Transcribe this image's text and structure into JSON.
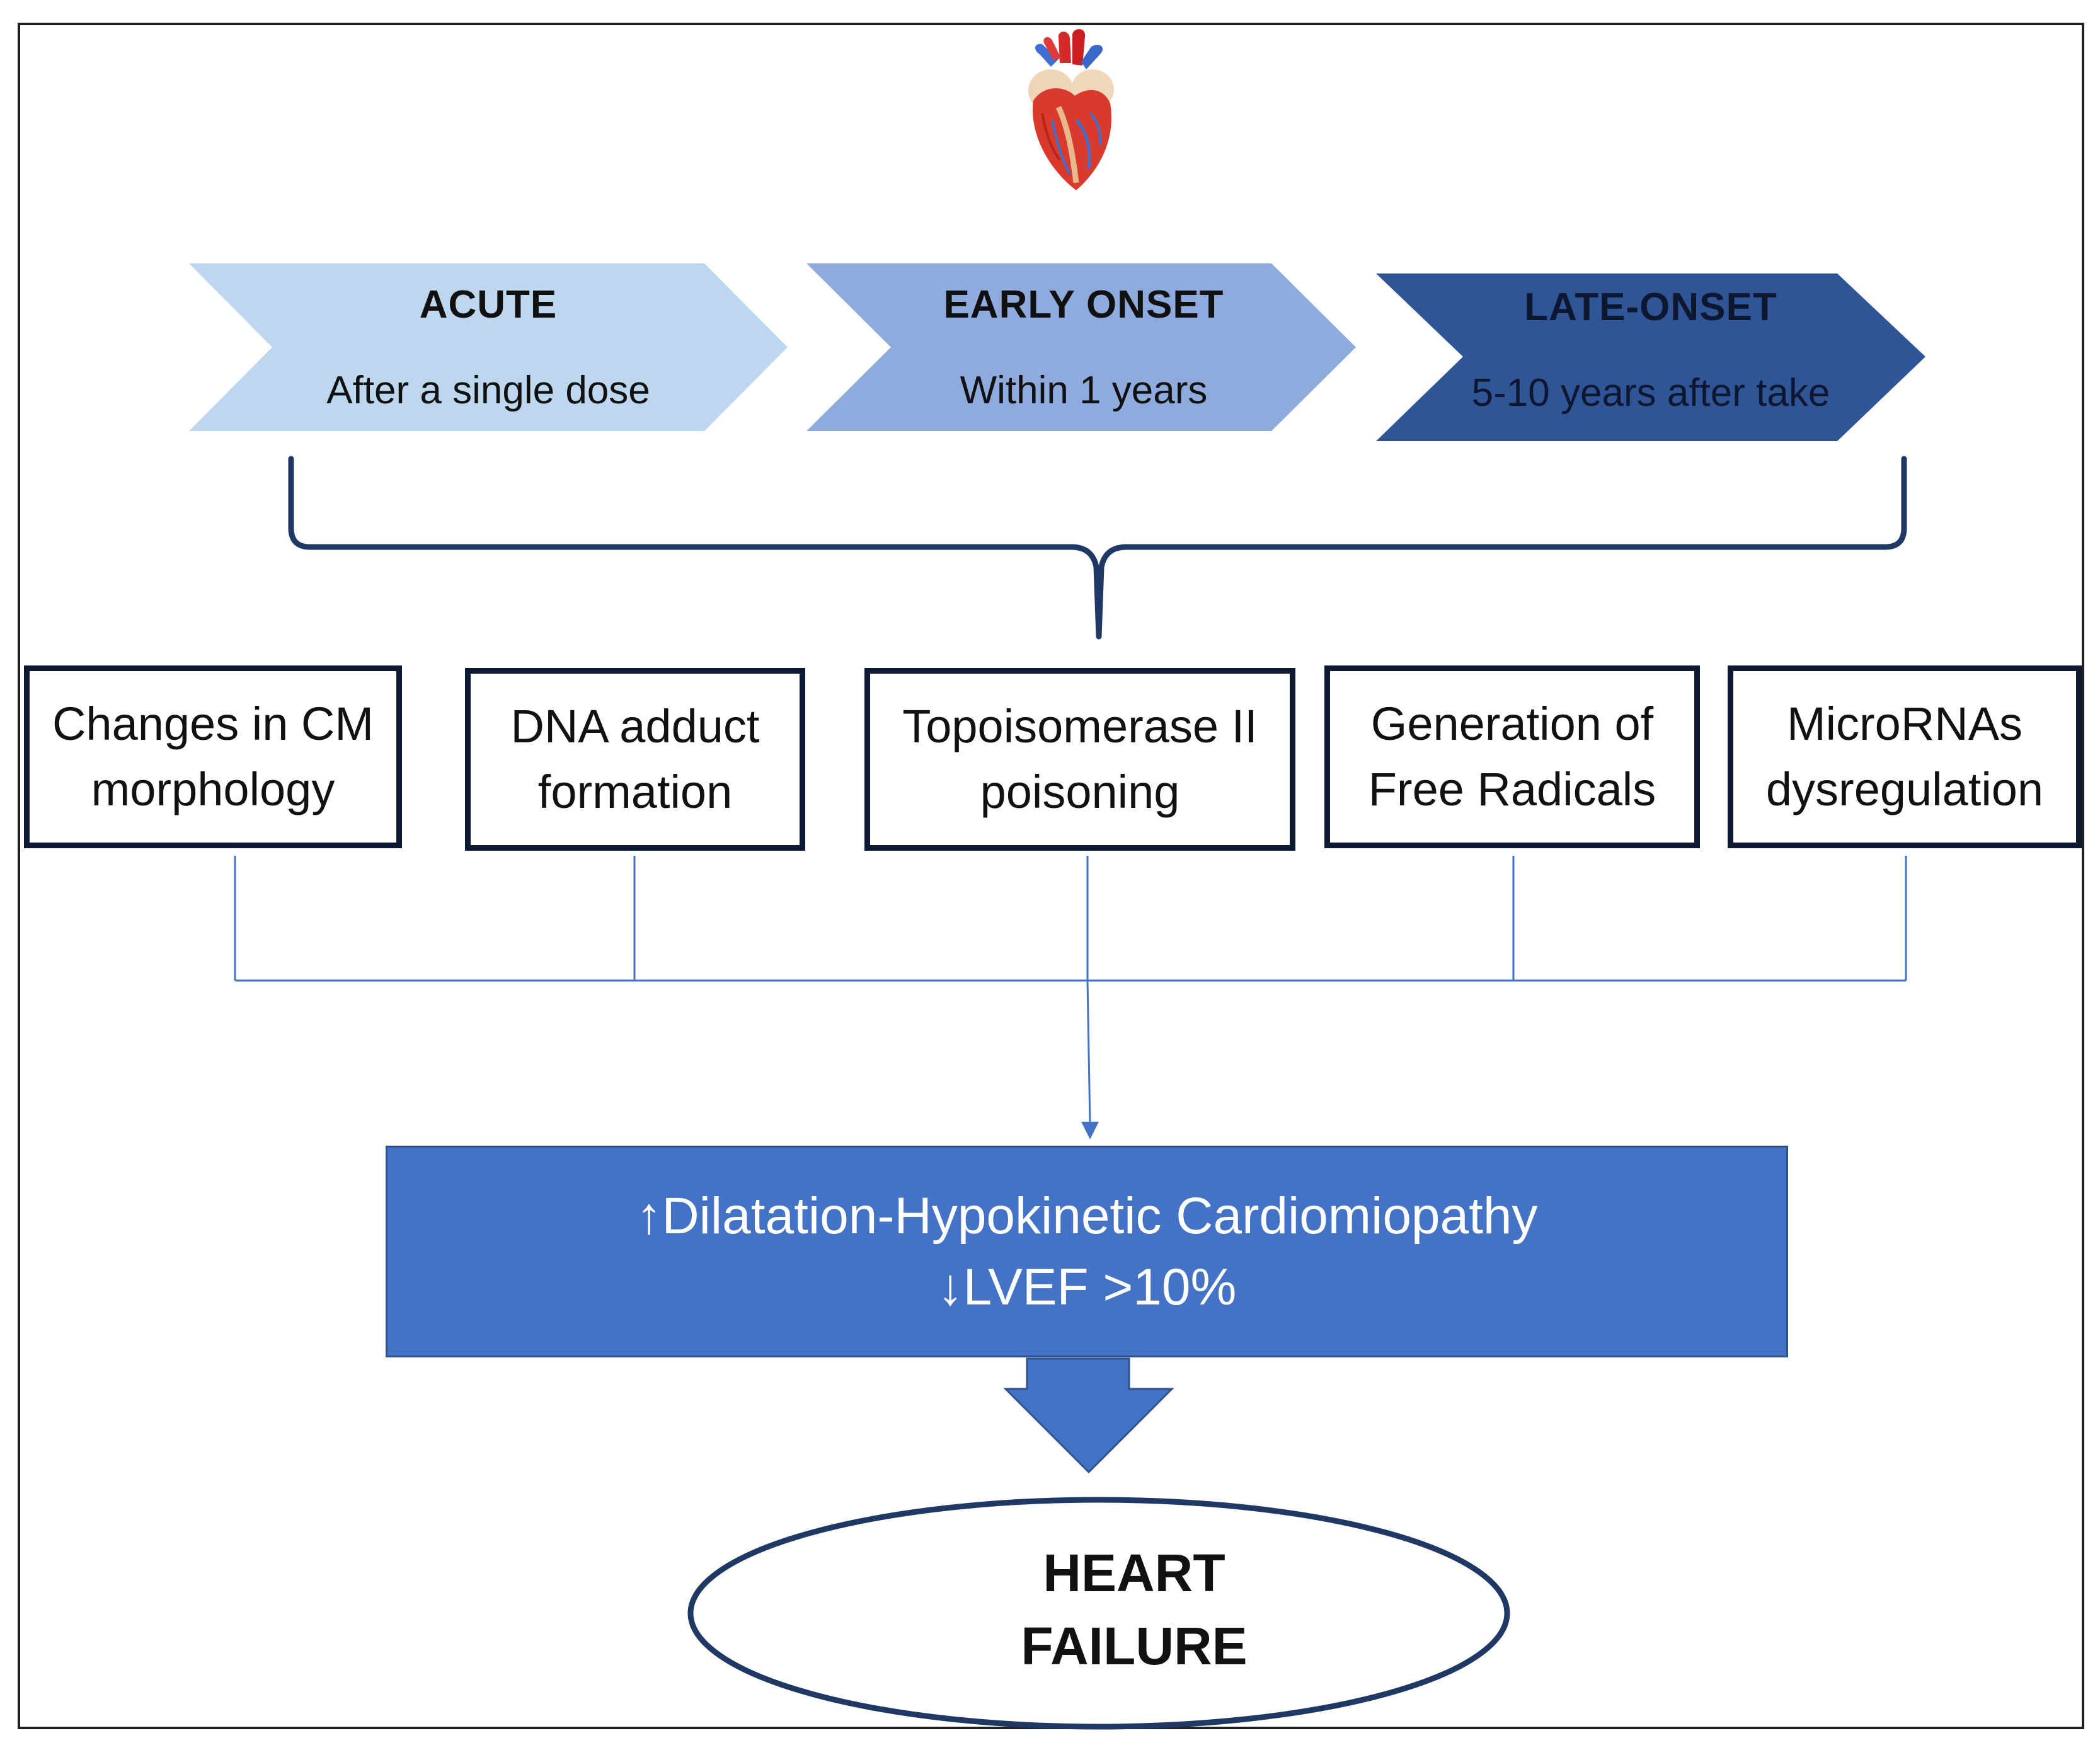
{
  "timeline": [
    {
      "title": "ACUTE",
      "subtitle": "After a single dose"
    },
    {
      "title": "EARLY ONSET",
      "subtitle": "Within 1 years"
    },
    {
      "title": "LATE-ONSET",
      "subtitle": "5-10 years after take"
    }
  ],
  "mechanisms": [
    "Changes in CM morphology",
    "DNA adduct formation",
    "Topoisomerase II poisoning",
    "Generation of Free Radicals",
    "MicroRNAs dysregulation"
  ],
  "outcome": {
    "line1_arrow": "↑",
    "line1_text": "Dilatation-Hypokinetic Cardiomiopathy",
    "line2_arrow": "↓",
    "line2_text": "LVEF >10%"
  },
  "endpoint": {
    "line1": "HEART",
    "line2": "FAILURE"
  },
  "colors": {
    "acute": "#bdd7ee",
    "early_onset": "#8faadc",
    "late_onset": "#2f5597",
    "brace": "#203864",
    "connector": "#4472c4",
    "outcome_fill": "#4472c4",
    "box_border": "#0e1a33",
    "endpoint_border": "#1f3864"
  },
  "icons": [
    "heart-icon"
  ]
}
